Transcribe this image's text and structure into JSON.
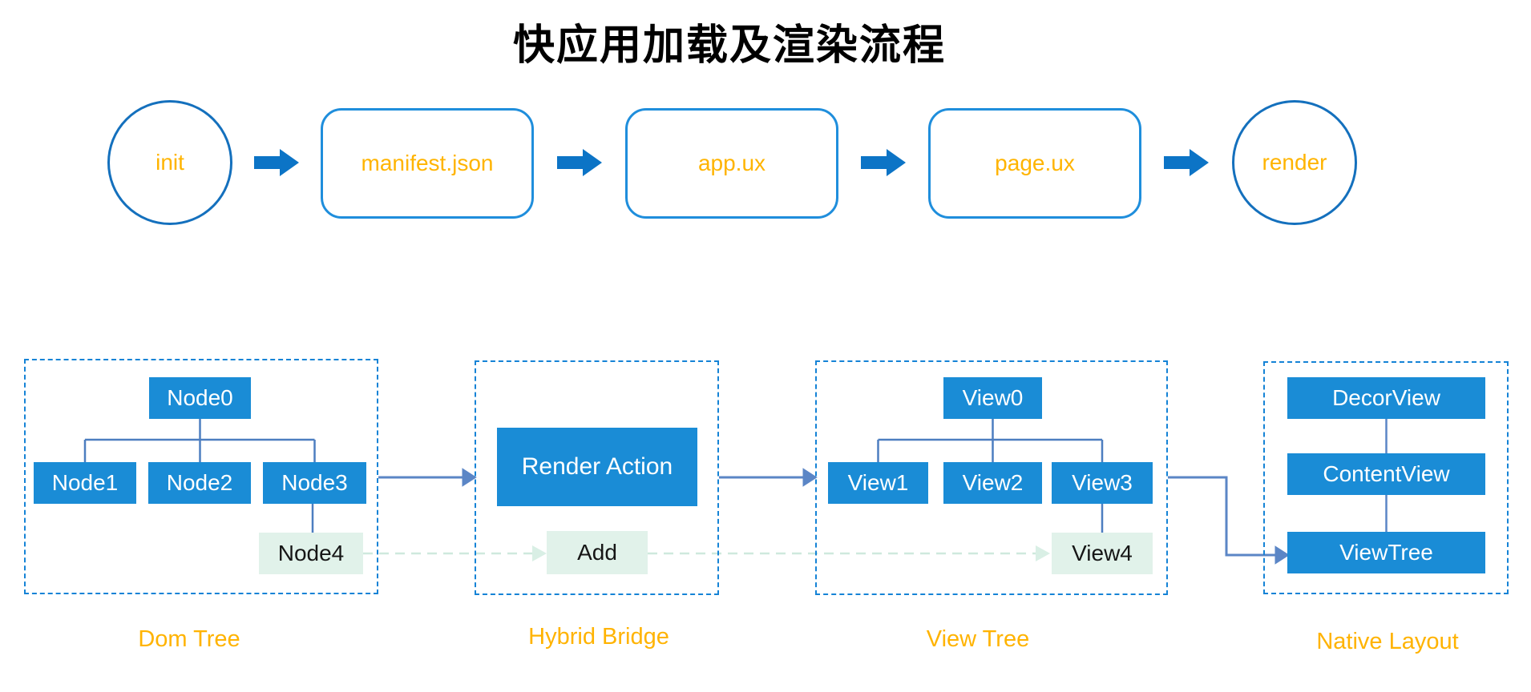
{
  "title": "快应用加载及渲染流程",
  "flow": {
    "steps": [
      {
        "label": "init",
        "shape": "circle"
      },
      {
        "label": "manifest.json",
        "shape": "rounded-rect"
      },
      {
        "label": "app.ux",
        "shape": "rounded-rect"
      },
      {
        "label": "page.ux",
        "shape": "rounded-rect"
      },
      {
        "label": "render",
        "shape": "circle"
      }
    ]
  },
  "groups": [
    {
      "label": "Dom Tree",
      "root": "Node0",
      "children": [
        "Node1",
        "Node2",
        "Node3"
      ],
      "pending": "Node4"
    },
    {
      "label": "Hybrid Bridge",
      "action": "Render Action",
      "pending": "Add"
    },
    {
      "label": "View Tree",
      "root": "View0",
      "children": [
        "View1",
        "View2",
        "View3"
      ],
      "pending": "View4"
    },
    {
      "label": "Native Layout",
      "stack": [
        "DecorView",
        "ContentView",
        "ViewTree"
      ]
    }
  ],
  "colors": {
    "rect_stroke_blue": "#1f8edc",
    "circle_stroke_blue": "#1470bd",
    "flow_text_orange": "#ffb400",
    "block_arrow_blue": "#0c74c6",
    "node_fill_blue": "#1a8cd6",
    "pending_fill_mint": "#e1f2ea",
    "tree_connector_blue": "#4d7ec0",
    "solid_arrow_blue": "#5b86c6",
    "dashed_arrow_mint": "#cfe9dd",
    "group_border_blue": "#1583d6",
    "group_label_orange": "#ffb300",
    "title_color": "#000000"
  }
}
